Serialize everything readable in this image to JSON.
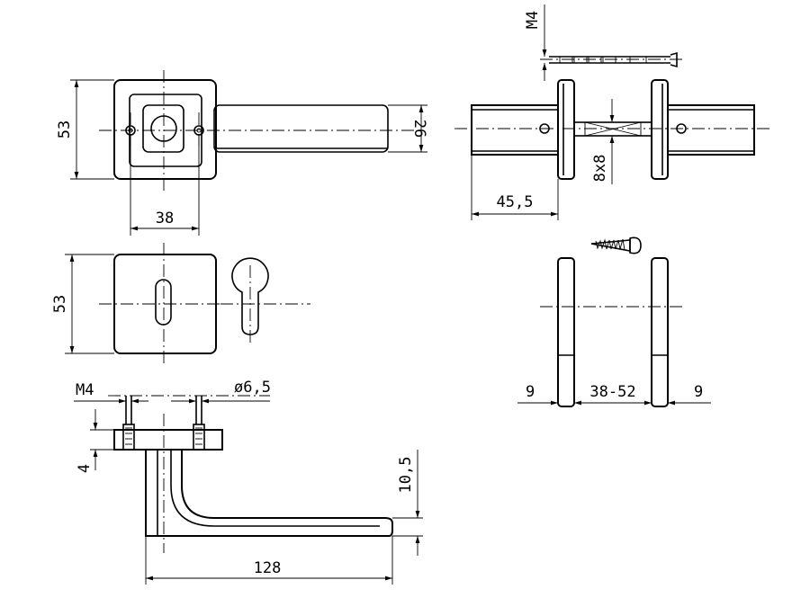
{
  "drawing": {
    "dim_rose_height": "53",
    "dim_handle_width": "26",
    "dim_screw_spacing": "38",
    "dim_escutcheon_height": "53",
    "dim_screw_thread": "M4",
    "dim_hole_diameter": "ø6,5",
    "dim_rose_thickness": "4",
    "dim_lever_height": "10,5",
    "dim_lever_length": "128",
    "dim_bolt_thread": "M4",
    "dim_spindle_offset": "45,5",
    "dim_spindle_size": "8x8",
    "dim_plate_left": "9",
    "dim_door_thickness": "38-52",
    "dim_plate_right": "9"
  }
}
